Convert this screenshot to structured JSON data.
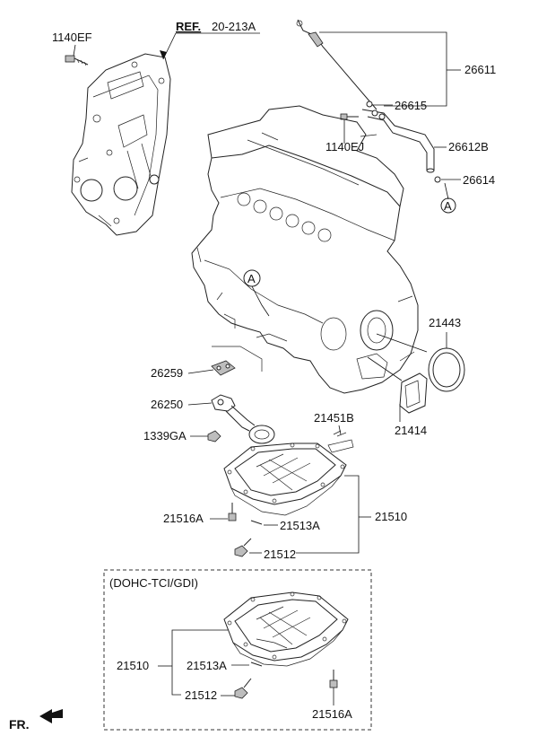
{
  "reference": {
    "prefix": "REF.",
    "code": "20-213A"
  },
  "labels": {
    "p1140ef": "1140EF",
    "p26611": "26611",
    "p26615": "26615",
    "p1140ej": "1140EJ",
    "p26612b": "26612B",
    "p26614": "26614",
    "p21443": "21443",
    "p26259": "26259",
    "p26250": "26250",
    "p21451b": "21451B",
    "p1339ga": "1339GA",
    "p21414": "21414",
    "p21510": "21510",
    "p21516a": "21516A",
    "p21513a": "21513A",
    "p21512": "21512"
  },
  "markers": {
    "a_top": "A",
    "a_engine": "A"
  },
  "variant_box": {
    "title": "(DOHC-TCI/GDI)",
    "p21510": "21510",
    "p21513a": "21513A",
    "p21512": "21512",
    "p21516a": "21516A"
  },
  "front_indicator": "FR."
}
